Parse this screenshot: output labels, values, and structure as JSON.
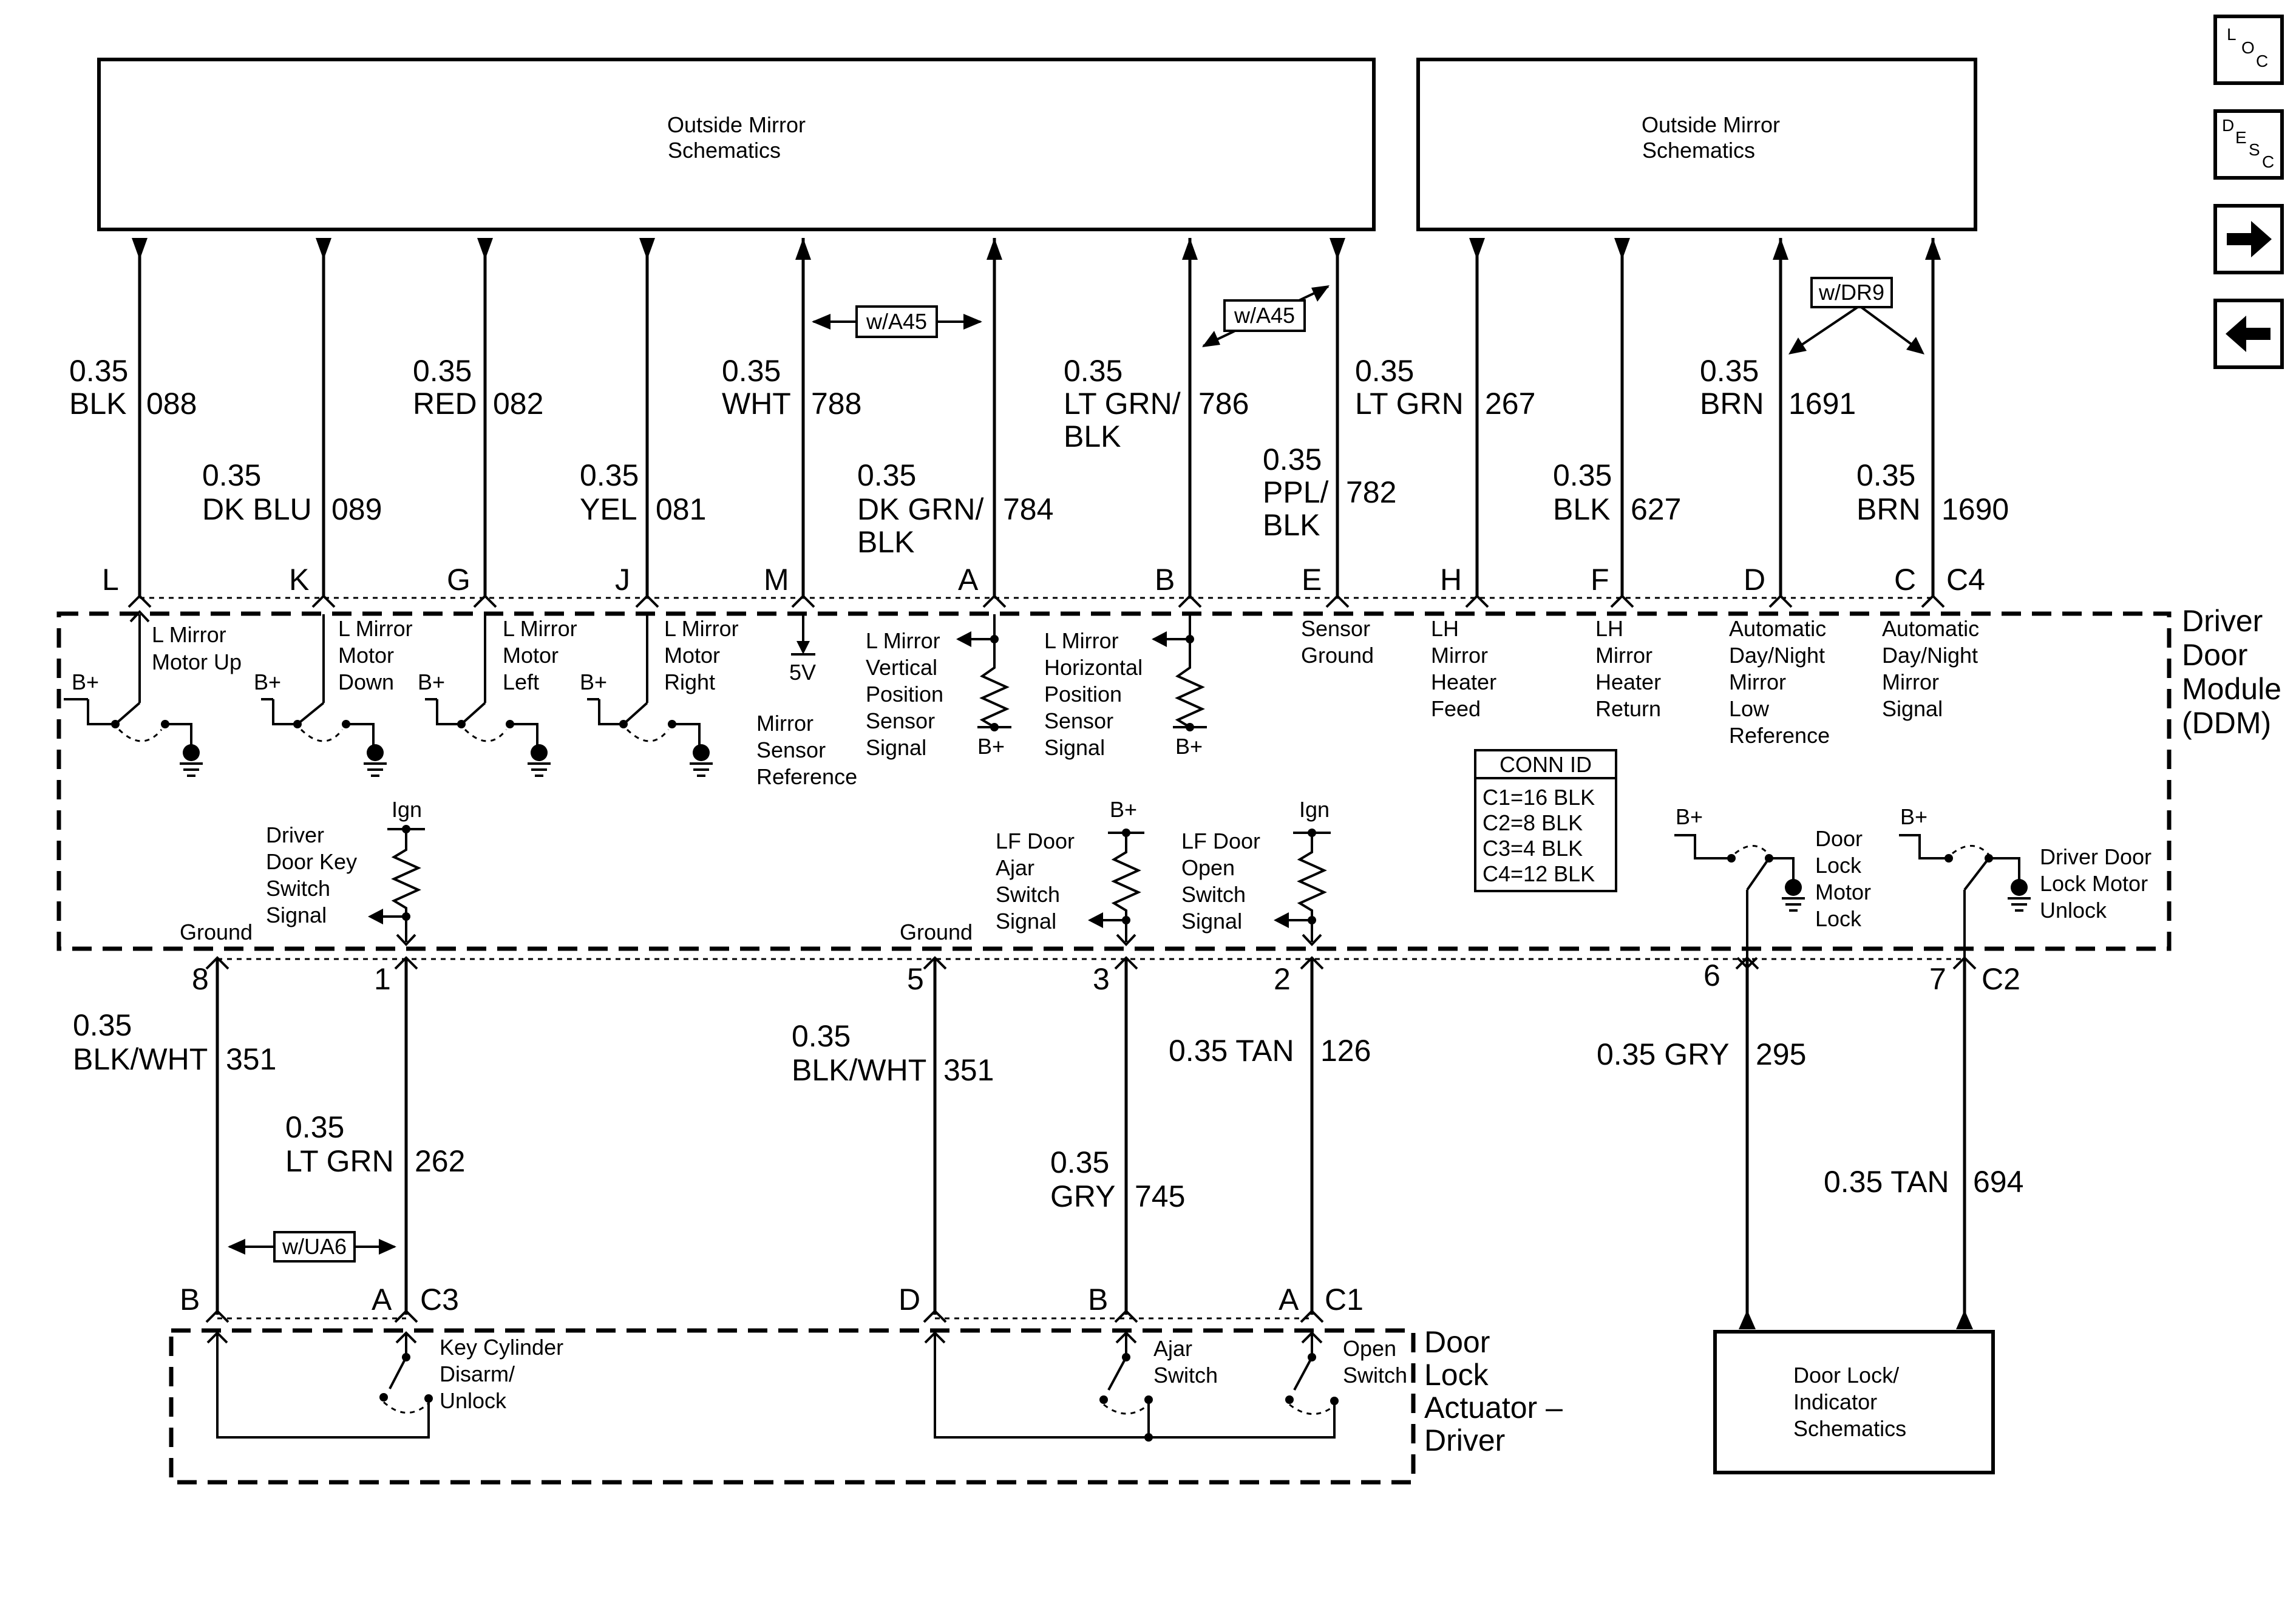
{
  "blocks": {
    "mirror_left": [
      "Outside Mirror",
      "Schematics"
    ],
    "mirror_right": [
      "Outside Mirror",
      "Schematics"
    ],
    "door_lock_indicator": [
      "Door Lock/",
      "Indicator",
      "Schematics"
    ]
  },
  "modules": {
    "ddm": [
      "Driver",
      "Door",
      "Module",
      "(DDM)"
    ],
    "actuator": [
      "Door",
      "Lock",
      "Actuator –",
      "Driver"
    ]
  },
  "options": {
    "a45": "w/A45",
    "dr9": "w/DR9",
    "ua6": "w/UA6"
  },
  "top_wires": [
    {
      "pin": "L",
      "l1": "0.35",
      "l2": "BLK",
      "circuit": "088"
    },
    {
      "pin": "K",
      "l1": "0.35",
      "l2": "DK BLU",
      "circuit": "089"
    },
    {
      "pin": "G",
      "l1": "0.35",
      "l2": "RED",
      "circuit": "082"
    },
    {
      "pin": "J",
      "l1": "0.35",
      "l2": "YEL",
      "circuit": "081"
    },
    {
      "pin": "M",
      "l1": "0.35",
      "l2": "WHT",
      "circuit": "788"
    },
    {
      "pin": "A",
      "l1": "0.35",
      "l2": "DK GRN/",
      "l3": "BLK",
      "circuit": "784"
    },
    {
      "pin": "B",
      "l1": "0.35",
      "l2": "LT GRN/",
      "l3": "BLK",
      "circuit": "786"
    },
    {
      "pin": "E",
      "l1": "0.35",
      "l2": "PPL/",
      "l3": "BLK",
      "circuit": "782"
    },
    {
      "pin": "H",
      "l1": "0.35",
      "l2": "LT GRN",
      "circuit": "267"
    },
    {
      "pin": "F",
      "l1": "0.35",
      "l2": "BLK",
      "circuit": "627"
    },
    {
      "pin": "D",
      "l1": "0.35",
      "l2": "BRN",
      "circuit": "1691"
    },
    {
      "pin": "C",
      "l1": "0.35",
      "l2": "BRN",
      "circuit": "1690"
    }
  ],
  "top_connector": "C4",
  "ddm_labels": {
    "l_mirror_up": [
      "L Mirror",
      "Motor Up"
    ],
    "l_mirror_down": [
      "L Mirror",
      "Motor",
      "Down"
    ],
    "l_mirror_left": [
      "L Mirror",
      "Motor",
      "Left"
    ],
    "l_mirror_right": [
      "L Mirror",
      "Motor",
      "Right"
    ],
    "five_v": "5V",
    "mirror_sensor_ref": [
      "Mirror",
      "Sensor",
      "Reference"
    ],
    "l_mirror_vert": [
      "L Mirror",
      "Vertical",
      "Position",
      "Sensor",
      "Signal"
    ],
    "l_mirror_horiz": [
      "L Mirror",
      "Horizontal",
      "Position",
      "Sensor",
      "Signal"
    ],
    "sensor_ground": [
      "Sensor",
      "Ground"
    ],
    "lh_heater_feed": [
      "LH",
      "Mirror",
      "Heater",
      "Feed"
    ],
    "lh_heater_return": [
      "LH",
      "Mirror",
      "Heater",
      "Return"
    ],
    "auto_low_ref": [
      "Automatic",
      "Day/Night",
      "Mirror",
      "Low",
      "Reference"
    ],
    "auto_signal": [
      "Automatic",
      "Day/Night",
      "Mirror",
      "Signal"
    ],
    "driver_key_switch": [
      "Driver",
      "Door Key",
      "Switch",
      "Signal"
    ],
    "lf_ajar": [
      "LF Door",
      "Ajar",
      "Switch",
      "Signal"
    ],
    "lf_open": [
      "LF Door",
      "Open",
      "Switch",
      "Signal"
    ],
    "door_lock_motor_lock": [
      "Door",
      "Lock",
      "Motor",
      "Lock"
    ],
    "driver_lock_unlock": [
      "Driver Door",
      "Lock Motor",
      "Unlock"
    ],
    "ground": "Ground",
    "bplus": "B+",
    "ign": "Ign"
  },
  "conn_id": {
    "title": "CONN ID",
    "rows": [
      "C1=16 BLK",
      "C2=8 BLK",
      "C3=4 BLK",
      "C4=12 BLK"
    ]
  },
  "bottom_wires": [
    {
      "pin": "8",
      "l1": "0.35",
      "l2": "BLK/WHT",
      "circuit": "351"
    },
    {
      "pin": "1",
      "l1": "0.35",
      "l2": "LT GRN",
      "circuit": "262"
    },
    {
      "pin": "5",
      "l1": "0.35",
      "l2": "BLK/WHT",
      "circuit": "351"
    },
    {
      "pin": "3",
      "l1": "0.35",
      "l2": "GRY",
      "circuit": "745"
    },
    {
      "pin": "2",
      "l1": "0.35 TAN",
      "circuit": "126"
    },
    {
      "pin": "6",
      "l1": "0.35 GRY",
      "circuit": "295"
    },
    {
      "pin": "7",
      "l1": "0.35 TAN",
      "circuit": "694"
    }
  ],
  "bottom_connector": "C2",
  "c3": {
    "name": "C3",
    "pins": [
      "B",
      "A"
    ]
  },
  "c1": {
    "name": "C1",
    "pins": [
      "D",
      "B",
      "A"
    ]
  },
  "actuator_labels": {
    "key_cyl": [
      "Key Cylinder",
      "Disarm/",
      "Unlock"
    ],
    "ajar": [
      "Ajar",
      "Switch"
    ],
    "open": [
      "Open",
      "Switch"
    ]
  },
  "nav": {
    "loc": [
      "L",
      "O",
      "C"
    ],
    "desc": [
      "D",
      "E",
      "S",
      "C"
    ],
    "next_icon": "arrow-right-icon",
    "prev_icon": "arrow-left-icon"
  }
}
